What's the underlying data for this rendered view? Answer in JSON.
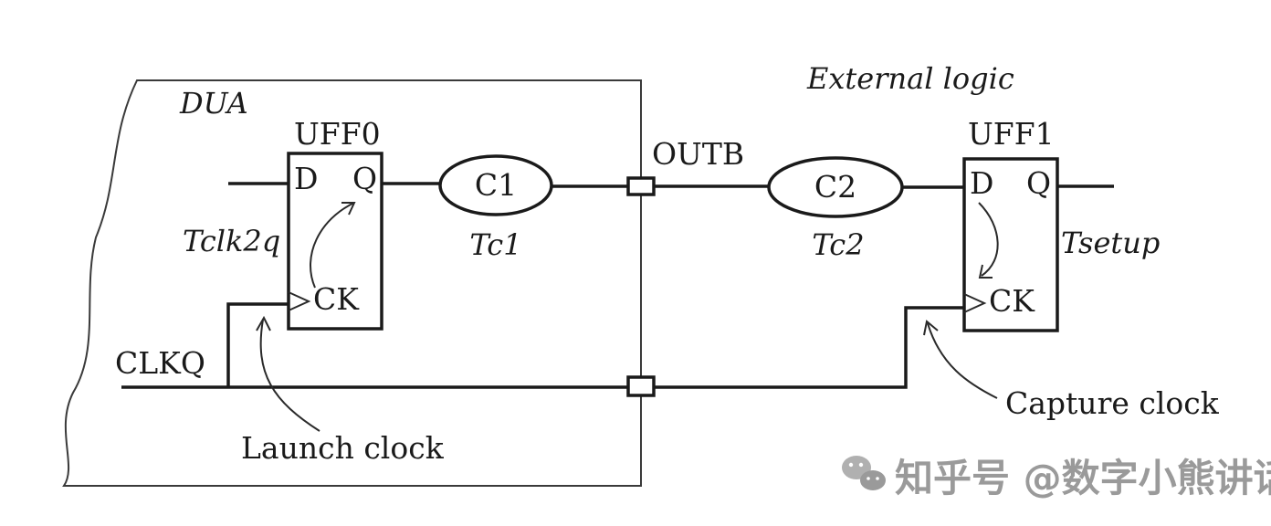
{
  "labels": {
    "dua": "DUA",
    "external": "External logic",
    "uff0": "UFF0",
    "uff1": "UFF1",
    "ff0_d": "D",
    "ff0_q": "Q",
    "ff0_ck": "CK",
    "ff1_d": "D",
    "ff1_q": "Q",
    "ff1_ck": "CK",
    "c1": "C1",
    "c2": "C2",
    "tc1": "Tc1",
    "tc2": "Tc2",
    "tclk2q": "Tclk2q",
    "tsetup": "Tsetup",
    "outb": "OUTB",
    "clkq": "CLKQ",
    "launch": "Launch clock",
    "capture": "Capture clock"
  },
  "watermark": "知乎号 @数字小熊讲话",
  "icons": {
    "watermark_logo": "wechat-icon"
  }
}
